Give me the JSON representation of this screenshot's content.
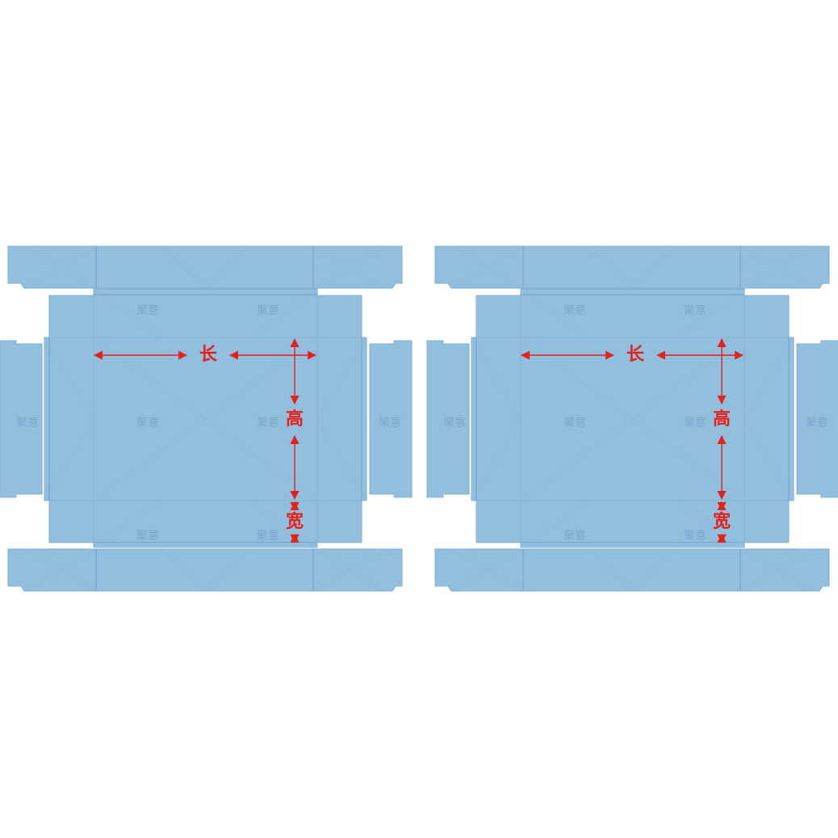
{
  "figure": {
    "layouts": [
      {
        "id": "left"
      },
      {
        "id": "right"
      }
    ]
  },
  "labels": {
    "length": "长",
    "height": "高",
    "width": "宽"
  },
  "watermark": "聚意",
  "colors": {
    "panel": "#93bfdf",
    "panel_stroke": "#7fb0d6",
    "crease": "#6a9fcc",
    "diag": "#86b3d9",
    "dimension": "#e3221b",
    "watermark": "#7ca7cc",
    "background": "#ffffff"
  }
}
